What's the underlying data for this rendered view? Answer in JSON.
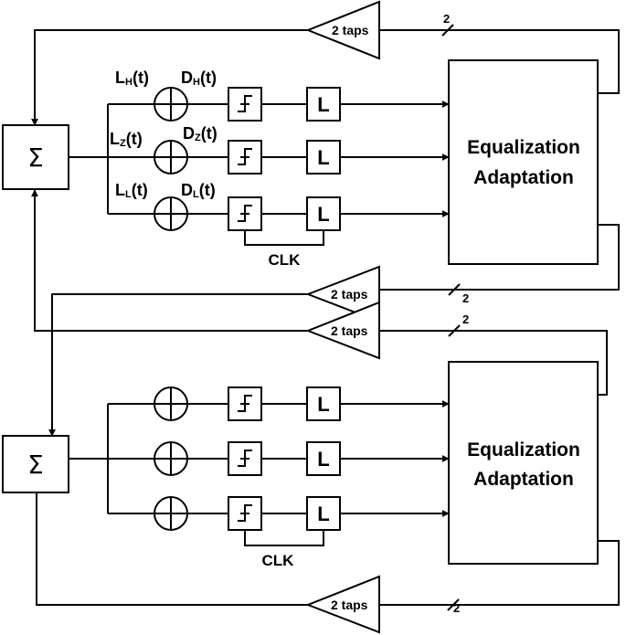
{
  "top": {
    "labels": {
      "lh": {
        "main": "L",
        "sub": "H",
        "tail": "(t)"
      },
      "dh": {
        "main": "D",
        "sub": "H",
        "tail": "(t)"
      },
      "lz": {
        "main": "L",
        "sub": "Z",
        "tail": "(t)"
      },
      "dz": {
        "main": "D",
        "sub": "Z",
        "tail": "(t)"
      },
      "ll": {
        "main": "L",
        "sub": "L",
        "tail": "(t)"
      },
      "dl": {
        "main": "D",
        "sub": "L",
        "tail": "(t)"
      }
    },
    "summer_symbol": "Σ",
    "latch_label": "L",
    "clk_label": "CLK",
    "block_line1": "Equalization",
    "block_line2": "Adaptation",
    "feedback_amp": "2 taps",
    "feedback_bus": "2"
  },
  "bottom": {
    "summer_symbol": "Σ",
    "latch_label": "L",
    "clk_label": "CLK",
    "block_line1": "Equalization",
    "block_line2": "Adaptation",
    "feedback_amp": "2 taps",
    "feedback_bus": "2"
  },
  "cross": {
    "amp_to_bottom": "2 taps",
    "bus_to_bottom": "2",
    "amp_to_top": "2 taps",
    "bus_to_top": "2"
  }
}
